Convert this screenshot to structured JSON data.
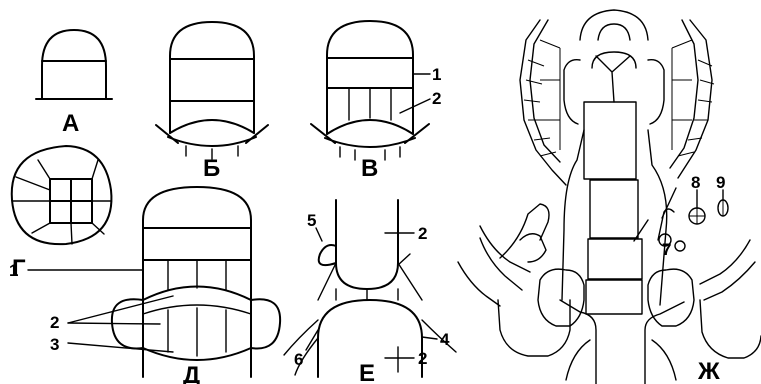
{
  "panels": {
    "a": "А",
    "b": "Б",
    "v": "В",
    "g": "Г",
    "d": "Д",
    "e": "Е",
    "zh": "Ж"
  },
  "callouts": {
    "v_1": "1",
    "v_2": "2",
    "d_1": "1",
    "d_2": "2",
    "d_3": "3",
    "e_5": "5",
    "e_2_top": "2",
    "e_4": "4",
    "e_6": "6",
    "e_2_bottom": "2",
    "zh_7": "7",
    "zh_8": "8",
    "zh_9": "9"
  }
}
